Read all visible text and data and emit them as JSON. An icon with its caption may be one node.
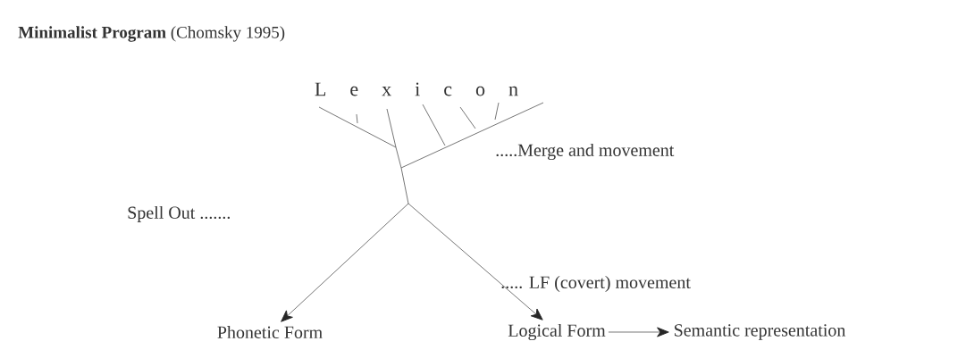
{
  "diagram": {
    "title": "**Minimalist Program** (Chomsky 1995)",
    "nodes": [
      {
        "text": [],
        "shape": "picture"
      },
      {
        "text": [
          "Phonetic Form"
        ]
      },
      {
        "text": [
          "Logical Form"
        ]
      },
      {
        "text": [
          "Semantic representation"
        ]
      }
    ],
    "edges": [
      {
        "from": 0,
        "to": 1,
        "arrow": "to"
      },
      {
        "from": 0,
        "to": 2,
        "arrow": "to"
      },
      {
        "from": 2,
        "to": 3,
        "arrow": "to"
      }
    ],
    "labels": [
      "L e x i c o n",
      ".....Merge and movement",
      "Spell Out .......",
      "..... LF (covert) movement"
    ]
  }
}
